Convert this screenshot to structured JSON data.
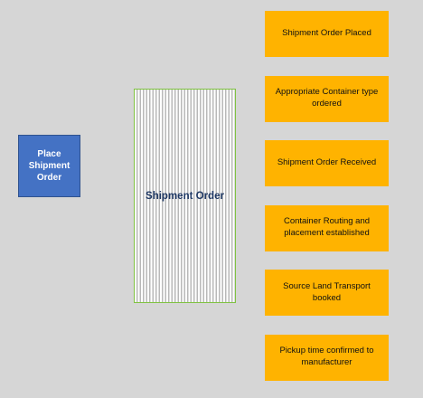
{
  "colors": {
    "background": "#d6d6d6",
    "action_fill": "#4472c4",
    "step_fill": "#ffb300",
    "document_border": "#7fc241",
    "document_text": "#1f3864"
  },
  "action": {
    "label": "Place Shipment Order"
  },
  "document": {
    "label": "Shipment Order"
  },
  "steps": [
    {
      "label": "Shipment Order Placed"
    },
    {
      "label": "Appropriate Container type ordered"
    },
    {
      "label": "Shipment Order Received"
    },
    {
      "label": "Container Routing and placement established"
    },
    {
      "label": "Source Land Transport booked"
    },
    {
      "label": "Pickup time confirmed to manufacturer"
    }
  ]
}
